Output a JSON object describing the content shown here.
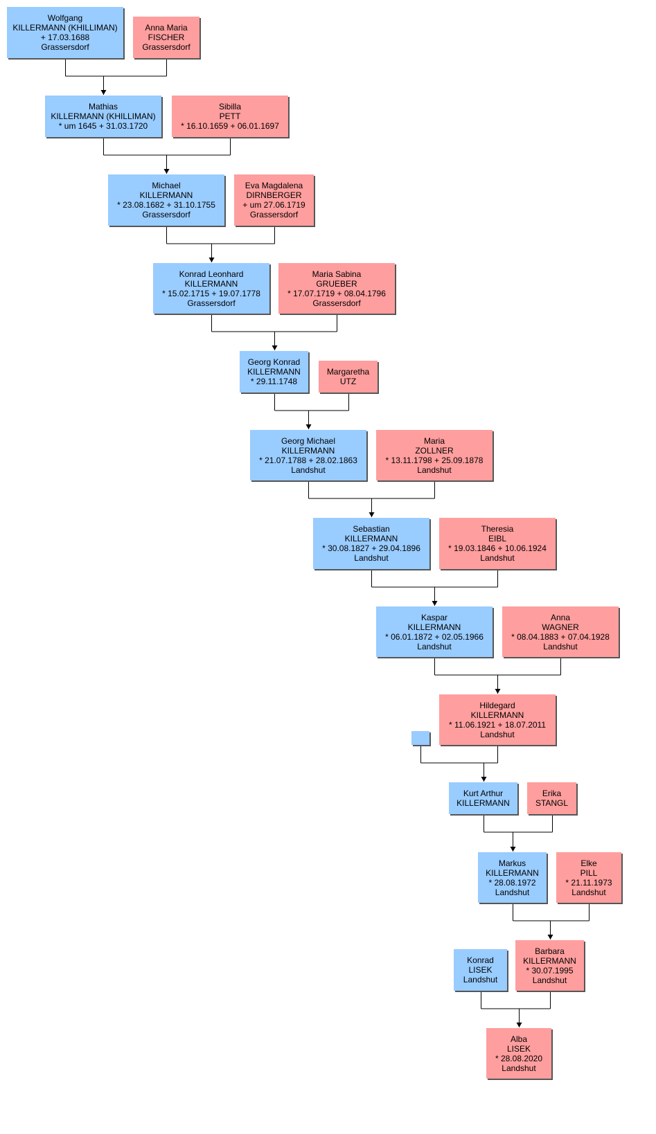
{
  "colors": {
    "male": "#99ccff",
    "female": "#ff9e9e",
    "line": "#000000"
  },
  "persons": [
    {
      "id": "wolfgang",
      "sex": "m",
      "lines": [
        "Wolfgang",
        "KILLERMANN (KHILLIMAN)",
        "+ 17.03.1688",
        "Grassersdorf"
      ]
    },
    {
      "id": "anna-maria",
      "sex": "f",
      "lines": [
        "Anna Maria",
        "FISCHER",
        "Grassersdorf"
      ]
    },
    {
      "id": "mathias",
      "sex": "m",
      "lines": [
        "Mathias",
        "KILLERMANN (KHILLIMAN)",
        "* um 1645  + 31.03.1720"
      ]
    },
    {
      "id": "sibilla",
      "sex": "f",
      "lines": [
        "Sibilla",
        "PETT",
        "* 16.10.1659  + 06.01.1697"
      ]
    },
    {
      "id": "michael",
      "sex": "m",
      "lines": [
        "Michael",
        "KILLERMANN",
        "* 23.08.1682  + 31.10.1755",
        "Grassersdorf"
      ]
    },
    {
      "id": "eva-magdalena",
      "sex": "f",
      "lines": [
        "Eva Magdalena",
        "DIRNBERGER",
        "+ um 27.06.1719",
        "Grassersdorf"
      ]
    },
    {
      "id": "konrad-leonhard",
      "sex": "m",
      "lines": [
        "Konrad Leonhard",
        "KILLERMANN",
        "* 15.02.1715  + 19.07.1778",
        "Grassersdorf"
      ]
    },
    {
      "id": "maria-sabina",
      "sex": "f",
      "lines": [
        "Maria Sabina",
        "GRUEBER",
        "* 17.07.1719  + 08.04.1796",
        "Grassersdorf"
      ]
    },
    {
      "id": "georg-konrad",
      "sex": "m",
      "lines": [
        "Georg Konrad",
        "KILLERMANN",
        "* 29.11.1748"
      ]
    },
    {
      "id": "margaretha",
      "sex": "f",
      "lines": [
        "Margaretha",
        "UTZ"
      ]
    },
    {
      "id": "georg-michael",
      "sex": "m",
      "lines": [
        "Georg Michael",
        "KILLERMANN",
        "* 21.07.1788  + 28.02.1863",
        "Landshut"
      ]
    },
    {
      "id": "maria",
      "sex": "f",
      "lines": [
        "Maria",
        "ZOLLNER",
        "* 13.11.1798  + 25.09.1878",
        "Landshut"
      ]
    },
    {
      "id": "sebastian",
      "sex": "m",
      "lines": [
        "Sebastian",
        "KILLERMANN",
        "* 30.08.1827  + 29.04.1896",
        "Landshut"
      ]
    },
    {
      "id": "theresia",
      "sex": "f",
      "lines": [
        "Theresia",
        "EIBL",
        "* 19.03.1846  + 10.06.1924",
        "Landshut"
      ]
    },
    {
      "id": "kaspar",
      "sex": "m",
      "lines": [
        "Kaspar",
        "KILLERMANN",
        "* 06.01.1872  + 02.05.1966",
        "Landshut"
      ]
    },
    {
      "id": "anna",
      "sex": "f",
      "lines": [
        "Anna",
        "WAGNER",
        "* 08.04.1883  + 07.04.1928",
        "Landshut"
      ]
    },
    {
      "id": "hildegard",
      "sex": "f",
      "lines": [
        "Hildegard",
        "KILLERMANN",
        "* 11.06.1921  + 18.07.2011",
        "Landshut"
      ]
    },
    {
      "id": "unknown",
      "sex": "m",
      "lines": []
    },
    {
      "id": "kurt-arthur",
      "sex": "m",
      "lines": [
        "Kurt Arthur",
        "KILLERMANN"
      ]
    },
    {
      "id": "erika",
      "sex": "f",
      "lines": [
        "Erika",
        "STANGL"
      ]
    },
    {
      "id": "markus",
      "sex": "m",
      "lines": [
        "Markus",
        "KILLERMANN",
        "* 28.08.1972",
        "Landshut"
      ]
    },
    {
      "id": "elke",
      "sex": "f",
      "lines": [
        "Elke",
        "PILL",
        "* 21.11.1973",
        "Landshut"
      ]
    },
    {
      "id": "konrad",
      "sex": "m",
      "lines": [
        "Konrad",
        "LISEK",
        "Landshut"
      ]
    },
    {
      "id": "barbara",
      "sex": "f",
      "lines": [
        "Barbara",
        "KILLERMANN",
        "* 30.07.1995",
        "Landshut"
      ]
    },
    {
      "id": "alba",
      "sex": "f",
      "lines": [
        "Alba",
        "LISEK",
        "* 28.08.2020",
        "Landshut"
      ]
    }
  ],
  "families": [
    {
      "father": "wolfgang",
      "mother": "anna-maria",
      "child": "mathias"
    },
    {
      "father": "mathias",
      "mother": "sibilla",
      "child": "michael"
    },
    {
      "father": "michael",
      "mother": "eva-magdalena",
      "child": "konrad-leonhard"
    },
    {
      "father": "konrad-leonhard",
      "mother": "maria-sabina",
      "child": "georg-konrad"
    },
    {
      "father": "georg-konrad",
      "mother": "margaretha",
      "child": "georg-michael"
    },
    {
      "father": "georg-michael",
      "mother": "maria",
      "child": "sebastian"
    },
    {
      "father": "sebastian",
      "mother": "theresia",
      "child": "kaspar"
    },
    {
      "father": "kaspar",
      "mother": "anna",
      "child": "hildegard"
    },
    {
      "father": "unknown",
      "mother": "hildegard",
      "child": "kurt-arthur"
    },
    {
      "father": "kurt-arthur",
      "mother": "erika",
      "child": "markus"
    },
    {
      "father": "markus",
      "mother": "elke",
      "child": "barbara"
    },
    {
      "father": "konrad",
      "mother": "barbara",
      "child": "alba"
    }
  ]
}
